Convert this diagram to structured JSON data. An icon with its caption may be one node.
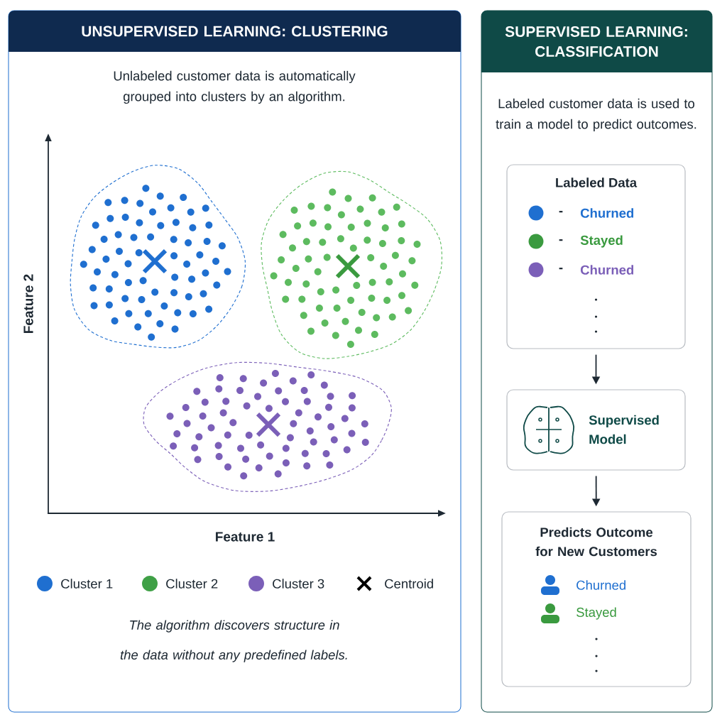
{
  "diagram": {
    "nodes": [
      {
        "text": [
          "UNSUPERVISED LEARNING: CLUSTERING",
          "Unlabeled customer data is automatically grouped into clusters by an algorithm.",
          "The algorithm discovers structure in the data without any predefined labels."
        ]
      },
      {
        "text": [
          "SUPERVISED LEARNING: CLASSIFICATION",
          "Labeled customer data is used to train a model to predict outcomes."
        ]
      },
      {
        "text": [
          "Labeled Data",
          "-",
          "Churned",
          "-",
          "Stayed",
          "-",
          "Churned"
        ],
        "in": 1
      },
      {
        "text": [
          "Supervised Model"
        ],
        "in": 1
      },
      {
        "text": [
          "Predicts Outcome for New Customers",
          "Churned",
          "Stayed"
        ],
        "in": 1
      }
    ],
    "edges": [
      {
        "from": 2,
        "to": 3,
        "arrow": "to"
      },
      {
        "from": 3,
        "to": 4,
        "arrow": "to"
      }
    ],
    "labels": [
      "Feature 2",
      "Feature 1"
    ],
    "legend": [
      {
        "text": "Cluster 1",
        "color": "#1f6fd0"
      },
      {
        "text": "Cluster 2",
        "color": "#3fa046"
      },
      {
        "text": "Cluster 3",
        "color": "#7b5fb8"
      },
      {
        "text": "Centroid"
      }
    ]
  }
}
